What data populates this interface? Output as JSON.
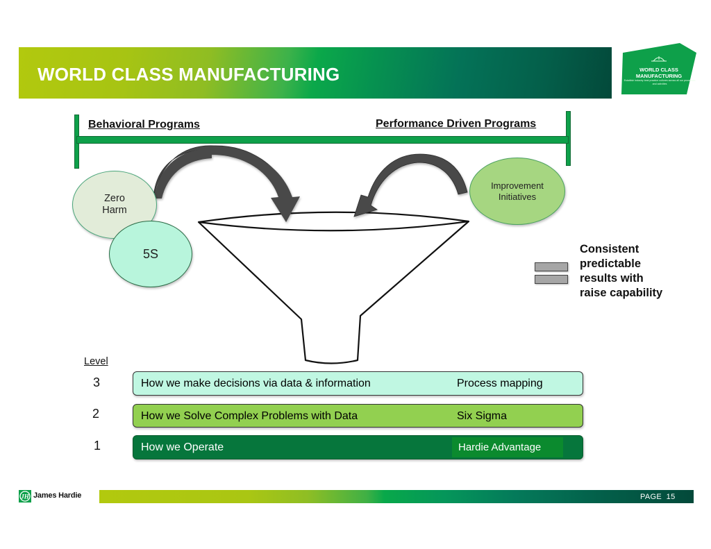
{
  "header": {
    "title": "WORLD CLASS MANUFACTURING",
    "badge": {
      "icon": "hard-hat-icon",
      "title_line1": "WORLD CLASS",
      "title_line2": "MANUFACTURING",
      "subtitle": "Establish industry best practice cultures across all our processes and activities"
    }
  },
  "programs": {
    "left_heading": "Behavioral Programs",
    "right_heading": "Performance Driven Programs"
  },
  "inputs": {
    "zero_harm": "Zero Harm",
    "zero_harm_line1": "Zero",
    "zero_harm_line2": "Harm",
    "five_s": "5S",
    "improvement_line1": "Improvement",
    "improvement_line2": "Initiatives"
  },
  "result": {
    "icon": "equals-icon",
    "line1": "Consistent",
    "line2": "predictable",
    "line3": "results with",
    "line4": "raise capability"
  },
  "levels": {
    "heading": "Level",
    "rows": [
      {
        "level": "3",
        "description": "How we make decisions via data & information",
        "tool": "Process mapping",
        "color": "#c0f7e2"
      },
      {
        "level": "2",
        "description": "How we Solve Complex Problems with Data",
        "tool": "Six Sigma",
        "color": "#92d050"
      },
      {
        "level": "1",
        "description": "How we Operate",
        "tool": "Hardie Advantage",
        "color": "#06763c"
      }
    ]
  },
  "footer": {
    "brand": "James Hardie",
    "logo_icon": "james-hardie-logo-icon",
    "page_label": "PAGE",
    "page_number": "15"
  },
  "colors": {
    "brand_green": "#0ea04a",
    "brand_lime": "#b2c90e",
    "brand_dark": "#03493a",
    "arrow": "#4a4a4a"
  }
}
